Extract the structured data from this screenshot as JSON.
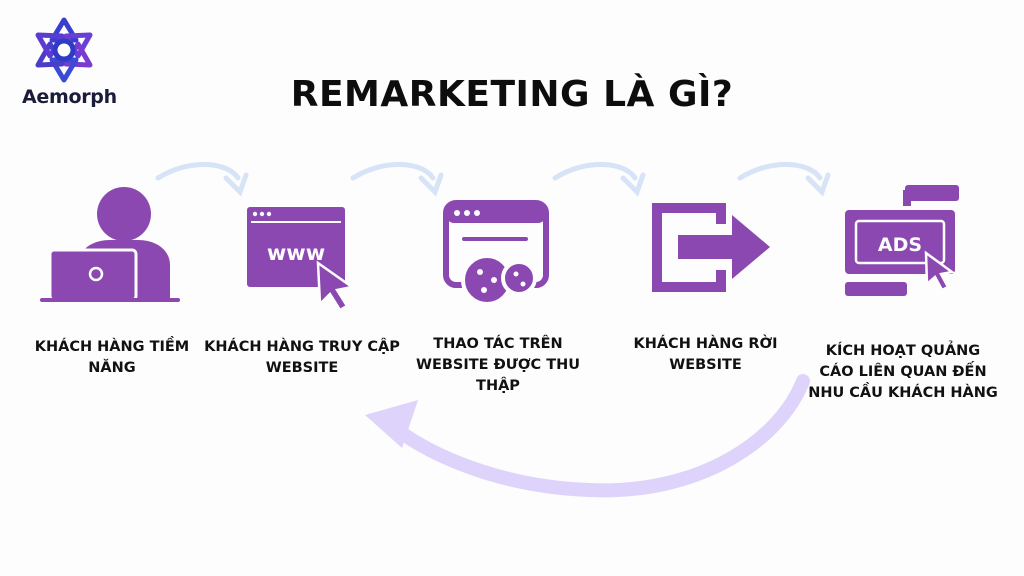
{
  "brand": {
    "name": "Aemorph"
  },
  "title": "REMARKETING LÀ GÌ?",
  "colors": {
    "primary": "#8a48b0",
    "arrow_light": "#d7e3f7",
    "loop_arrow": "#ddd3fb"
  },
  "steps": [
    {
      "icon": "person-laptop-icon",
      "label": "KHÁCH HÀNG TIỀM NĂNG"
    },
    {
      "icon": "browser-www-icon",
      "label": "KHÁCH HÀNG TRUY CẬP WEBSITE"
    },
    {
      "icon": "browser-cookie-icon",
      "label": "THAO TÁC TRÊN WEBSITE ĐƯỢC THU THẬP"
    },
    {
      "icon": "exit-arrow-icon",
      "label": "KHÁCH HÀNG RỜI WEBSITE"
    },
    {
      "icon": "ads-window-icon",
      "label": "KÍCH HOẠT QUẢNG CÁO LIÊN QUAN ĐẾN NHU CẦU KHÁCH HÀNG",
      "icon_text": "ADS"
    },
    {
      "icon": "return-loop-arrow",
      "label": ""
    }
  ]
}
